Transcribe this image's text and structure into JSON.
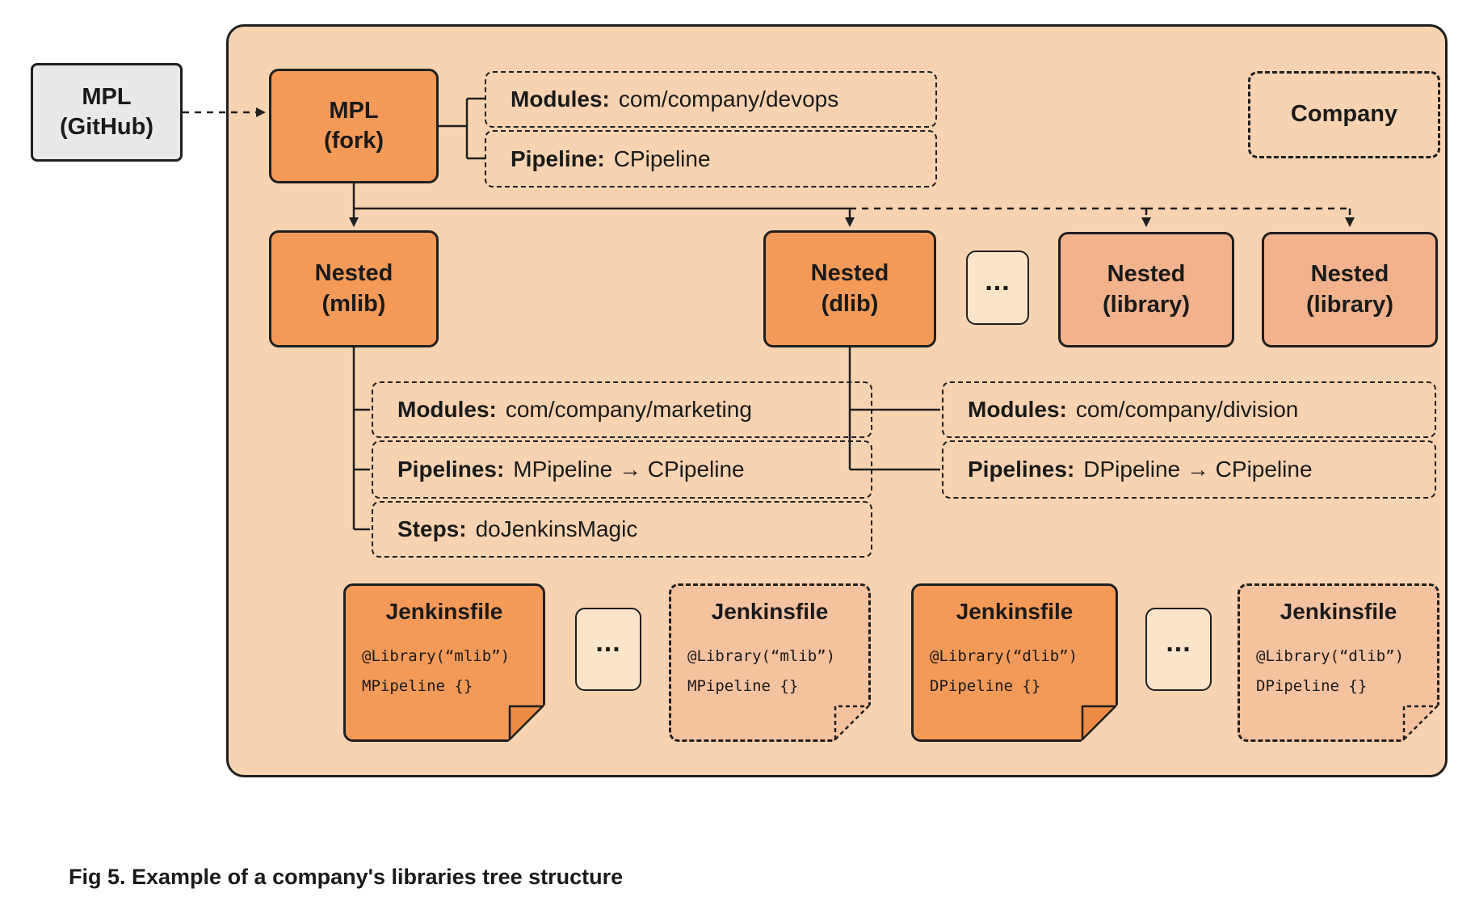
{
  "colors": {
    "container_bg": "#f8d3b2",
    "node_orange": "#f49a58",
    "node_salmon": "#f2b28c",
    "jenkinsfile_dashed_bg": "#f5c2a0",
    "ellipsis_bg": "#fce4cb",
    "external_gray": "#e9e9e9",
    "line": "#1f1f1f"
  },
  "external": {
    "mpl_github": {
      "line1": "MPL",
      "line2": "(GitHub)"
    }
  },
  "fork": {
    "node": {
      "line1": "MPL",
      "line2": "(fork)"
    },
    "modules_label": "Modules:",
    "modules_value": "com/company/devops",
    "pipeline_label": "Pipeline:",
    "pipeline_value": "CPipeline"
  },
  "company_label": "Company",
  "nested": {
    "mlib": {
      "line1": "Nested",
      "line2": "(mlib)"
    },
    "dlib": {
      "line1": "Nested",
      "line2": "(dlib)"
    },
    "lib1": {
      "line1": "Nested",
      "line2": "(library)"
    },
    "lib2": {
      "line1": "Nested",
      "line2": "(library)"
    },
    "ellipsis": "..."
  },
  "mlib_info": {
    "modules_label": "Modules:",
    "modules_value": "com/company/marketing",
    "pipelines_label": "Pipelines:",
    "pipelines_value": "MPipeline → CPipeline",
    "steps_label": "Steps:",
    "steps_value": "doJenkinsMagic"
  },
  "dlib_info": {
    "modules_label": "Modules:",
    "modules_value": "com/company/division",
    "pipelines_label": "Pipelines:",
    "pipelines_value": "DPipeline → CPipeline"
  },
  "jenkinsfiles": [
    {
      "title": "Jenkinsfile",
      "code1": "@Library(“mlib”)",
      "code2": "MPipeline {}"
    },
    {
      "title": "Jenkinsfile",
      "code1": "@Library(“mlib”)",
      "code2": "MPipeline {}"
    },
    {
      "title": "Jenkinsfile",
      "code1": "@Library(“dlib”)",
      "code2": "DPipeline {}"
    },
    {
      "title": "Jenkinsfile",
      "code1": "@Library(“dlib”)",
      "code2": "DPipeline {}"
    }
  ],
  "jenkins_ellipsis": "...",
  "caption": "Fig 5. Example of a company's libraries tree structure"
}
